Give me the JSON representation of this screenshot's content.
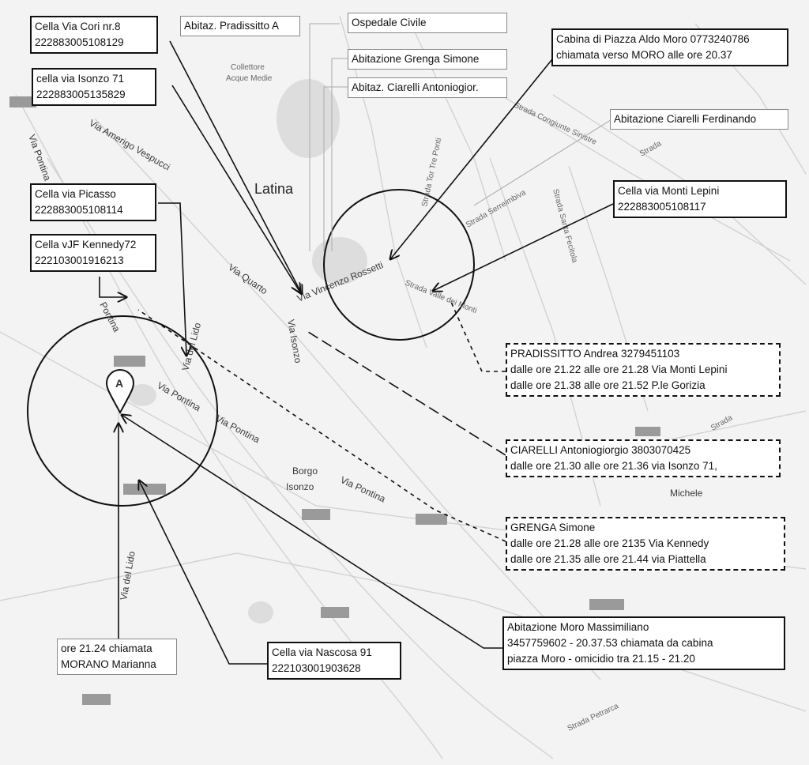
{
  "map": {
    "city_label": "Latina",
    "district_label_1": "Borgo",
    "district_label_2": "Isonzo",
    "san_michele_fragment": "Michele",
    "collettore_1": "Collettore",
    "collettore_2": "Acque Medie",
    "roads": {
      "via_pontina_left": "Via Pontina",
      "via_pontina_1": "Via Pontina",
      "via_pontina_2": "Via Pontina",
      "via_pontina_3": "Via Pontina",
      "via_pontina_center": "Pontina",
      "via_amerigo_vespucci": "Via Amerigo Vespucci",
      "via_quarto": "Via Quarto",
      "via_isonzo": "Via Isonzo",
      "via_vincenzo_rossetti": "Via Vincenzo Rossetti",
      "via_del_lido_1": "Via del Lido",
      "via_del_lido_2": "Via del Lido",
      "strada_tor_tre_ponti": "Strada Tor Tre Ponti",
      "strada_congiunte_sinistre": "Strada Congiunte Sinistre",
      "strada_serreimbiva": "Strada Serreimbiva",
      "strada_santa_fecitola": "Strada Santa Fecitola",
      "strada_nuova_monti": "Strada Valle dei Monti",
      "strada_petrarca": "Strada Petrarca",
      "strada_label": "Strada",
      "strada_label_2": "Strada"
    },
    "marker_letter": "A"
  },
  "boxes": {
    "cella_cori": {
      "title": "Cella Via Cori nr.8",
      "code": "222883005108129"
    },
    "cella_isonzo": {
      "title": "cella via Isonzo 71",
      "code": "222883005135829"
    },
    "cella_picasso": {
      "title": "Cella via Picasso",
      "code": "222883005108114"
    },
    "cella_kennedy": {
      "title": "Cella vJF Kennedy72",
      "code": "222103001916213"
    },
    "abitaz_pradissitto": {
      "title": "Abitaz. Pradissitto A"
    },
    "ospedale": {
      "title": "Ospedale Civile"
    },
    "abitazione_grenga": {
      "title": "Abitazione Grenga Simone"
    },
    "abitaz_ciarelli": {
      "title": "Abitaz. Ciarelli Antoniogior."
    },
    "cabina_moro": {
      "line1": "Cabina di Piazza Aldo Moro 0773240786",
      "line2": "chiamata verso MORO alle ore 20.37"
    },
    "abitazione_ciarelli_ferdinando": {
      "title": "Abitazione Ciarelli Ferdinando"
    },
    "cella_monti_lepini": {
      "title": "Cella via Monti Lepini",
      "code": "222883005108117"
    },
    "pradissitto": {
      "line1": "PRADISSITTO Andrea 3279451103",
      "line2": "dalle ore 21.22 alle ore 21.28 Via Monti Lepini",
      "line3": "dalle ore 21.38 alle ore 21.52 P.le Gorizia"
    },
    "ciarelli": {
      "line1": "CIARELLI Antoniogiorgio 3803070425",
      "line2": "dalle ore 21.30 alle ore 21.36  via Isonzo 71,"
    },
    "grenga": {
      "line1": "GRENGA Simone",
      "line2": "dalle ore 21.28 alle ore 2135 Via Kennedy",
      "line3": "dalle ore 21.35 alle ore 21.44 via Piattella"
    },
    "abitazione_moro": {
      "line1": "Abitazione Moro Massimiliano",
      "line2": "3457759602 - 20.37.53 chiamata da cabina",
      "line3": "piazza Moro - omicidio tra 21.15 - 21.20"
    },
    "cella_nascosa": {
      "title": "Cella via Nascosa 91",
      "code": "222103001903628"
    },
    "chiamata_morano": {
      "line1": "ore 21.24 chiamata",
      "line2": "MORANO Marianna"
    }
  },
  "colors": {
    "background": "#f3f3f3",
    "ink": "#111111",
    "badge": "#9a9a9a"
  }
}
